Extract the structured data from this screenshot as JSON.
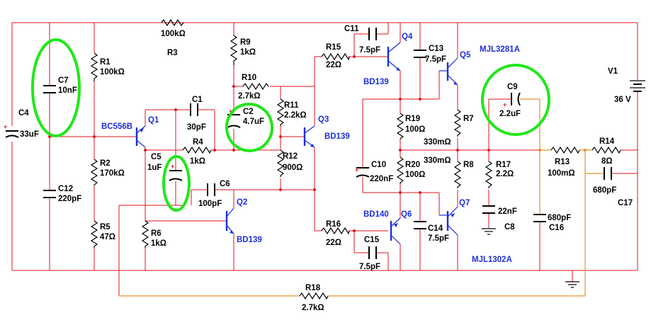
{
  "components": {
    "r3": {
      "ref": "R3",
      "value": "100kΩ"
    },
    "r1": {
      "ref": "R1",
      "value": "100kΩ"
    },
    "r2": {
      "ref": "R2",
      "value": "170kΩ"
    },
    "r5": {
      "ref": "R5",
      "value": "47Ω"
    },
    "r6": {
      "ref": "R6",
      "value": "1kΩ"
    },
    "r9": {
      "ref": "R9",
      "value": "1kΩ"
    },
    "r10": {
      "ref": "R10",
      "value": "2.7kΩ"
    },
    "r11": {
      "ref": "R11",
      "value": "2.2kΩ"
    },
    "r12": {
      "ref": "R12",
      "value": "900Ω"
    },
    "r4": {
      "ref": "R4",
      "value": "1kΩ"
    },
    "r15": {
      "ref": "R15",
      "value": "22Ω"
    },
    "r16": {
      "ref": "R16",
      "value": "22Ω"
    },
    "r19": {
      "ref": "R19",
      "value": "100Ω"
    },
    "r20": {
      "ref": "R20",
      "value": "100Ω"
    },
    "r7": {
      "ref": "R7",
      "value": "330mΩ"
    },
    "r8": {
      "ref": "R8",
      "value": "330mΩ"
    },
    "r17": {
      "ref": "R17",
      "value": "2.2Ω"
    },
    "r13": {
      "ref": "R13",
      "value": "100mΩ"
    },
    "r14": {
      "ref": "R14",
      "value": "8Ω"
    },
    "r18": {
      "ref": "R18",
      "value": "2.7kΩ"
    },
    "c4": {
      "ref": "C4",
      "value": "33uF"
    },
    "c7": {
      "ref": "C7",
      "value": "10nF"
    },
    "c12": {
      "ref": "C12",
      "value": "220pF"
    },
    "c1": {
      "ref": "C1",
      "value": "30pF"
    },
    "c5": {
      "ref": "C5",
      "value": "1uF"
    },
    "c6": {
      "ref": "C6",
      "value": "100pF"
    },
    "c2": {
      "ref": "C2",
      "value": "4.7uF"
    },
    "c11": {
      "ref": "C11",
      "value": "7.5pF"
    },
    "c13": {
      "ref": "C13",
      "value": "7.5pF"
    },
    "c10": {
      "ref": "C10",
      "value": "220nF"
    },
    "c14": {
      "ref": "C14",
      "value": "7.5pF"
    },
    "c15": {
      "ref": "C15",
      "value": "7.5pF"
    },
    "c9": {
      "ref": "C9",
      "value": "2.2uF"
    },
    "c8": {
      "ref": "C8",
      "value": "22nF"
    },
    "c16": {
      "ref": "C16",
      "value": "680pF"
    },
    "c17": {
      "ref": "C17",
      "value": "680pF"
    },
    "v1": {
      "ref": "V1",
      "value": "36 V"
    }
  },
  "transistors": {
    "q1": {
      "ref": "Q1",
      "part": "BC556B"
    },
    "q2": {
      "ref": "Q2",
      "part": "BD139"
    },
    "q3": {
      "ref": "Q3",
      "part": "BD139"
    },
    "q4": {
      "ref": "Q4",
      "part": "BD139"
    },
    "q5": {
      "ref": "Q5",
      "part": "MJL3281A"
    },
    "q6": {
      "ref": "Q6",
      "part": "BD140"
    },
    "q7": {
      "ref": "Q7",
      "part": "MJL1302A"
    }
  },
  "polarity_mark": "+",
  "colors": {
    "wire": "#e0161c",
    "feedback_wire": "#e89030",
    "transistor": "#1d2fd6",
    "highlight": "#22e61c"
  }
}
